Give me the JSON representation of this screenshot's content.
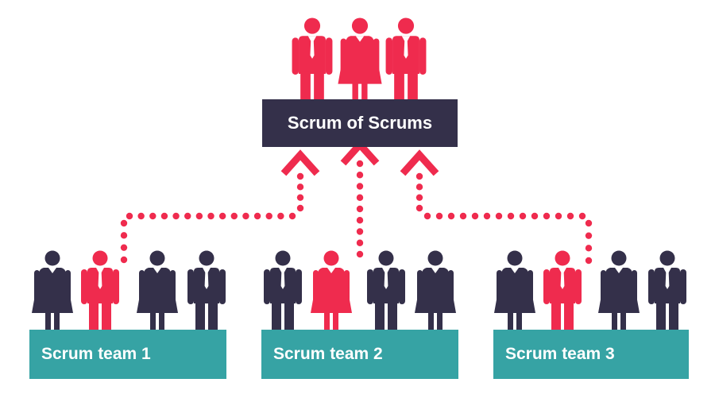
{
  "diagram": {
    "colors": {
      "red": "#ef2b4e",
      "navy": "#34304a",
      "teal": "#36a3a4",
      "white": "#ffffff"
    },
    "scrum_of_scrums": {
      "label": "Scrum of Scrums",
      "members": [
        "man",
        "woman",
        "man"
      ]
    },
    "teams": [
      {
        "label": "Scrum team 1",
        "members": [
          "woman",
          "man",
          "woman",
          "man"
        ],
        "representative_index": 1
      },
      {
        "label": "Scrum team 2",
        "members": [
          "man",
          "woman",
          "man",
          "woman"
        ],
        "representative_index": 1
      },
      {
        "label": "Scrum team 3",
        "members": [
          "woman",
          "man",
          "woman",
          "man"
        ],
        "representative_index": 1
      }
    ]
  }
}
